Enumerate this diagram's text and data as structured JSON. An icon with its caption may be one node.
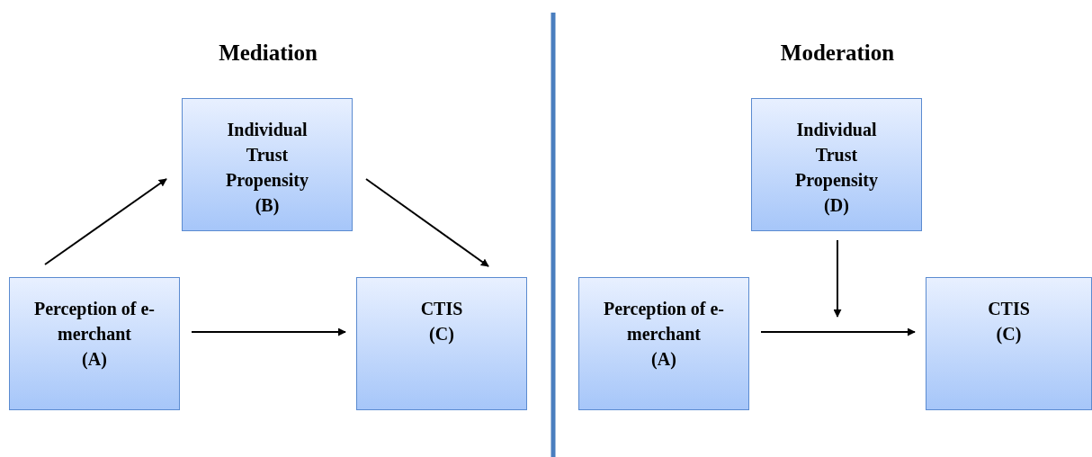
{
  "diagram": {
    "nodes": [
      {
        "text": [
          "Individual Trust Propensity",
          "(B)"
        ]
      },
      {
        "text": [
          "Perception of e-merchant",
          "(A)"
        ]
      },
      {
        "text": [
          "CTIS",
          "(C)"
        ]
      },
      {
        "text": [
          "Individual Trust Propensity",
          "(D)"
        ]
      },
      {
        "text": [
          "Perception of e-merchant",
          "(A)"
        ]
      },
      {
        "text": [
          "CTIS",
          "(C)"
        ]
      }
    ],
    "edges": [
      {
        "from": 1,
        "to": 0,
        "arrow": "to"
      },
      {
        "from": 0,
        "to": 2,
        "arrow": "to"
      },
      {
        "from": 1,
        "to": 2,
        "arrow": "to"
      },
      {
        "from": 4,
        "to": 5,
        "arrow": "to"
      },
      {
        "from": 3,
        "to": null,
        "arrow": "to"
      }
    ],
    "labels": [
      "Mediation",
      "Moderation"
    ]
  }
}
